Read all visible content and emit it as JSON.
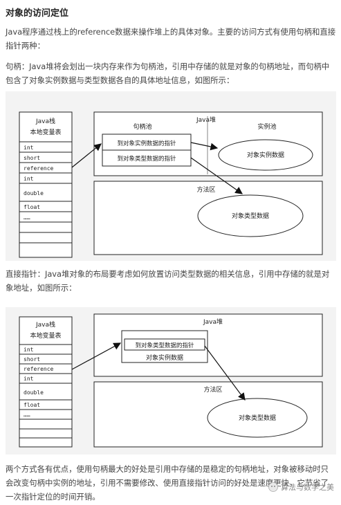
{
  "heading": "对象的访问定位",
  "intro": "Java程序通过栈上的reference数据来操作堆上的具体对象。主要的访问方式有使用句柄和直接指针两种：",
  "handle_text": "句柄：Java堆将会划出一块内存来作为句柄池，引用中存储的就是对象的句柄地址，而句柄中包含了对象实例数据与类型数据各自的具体地址信息，如图所示：",
  "direct_text": "直接指针：Java堆对象的布局要考虑如何放置访问类型数据的相关信息，引用中存储的就是对象地址，如图所示：",
  "conclusion_text": "两个方式各有优点，使用句柄最大的好处是引用中存储的是稳定的句柄地址，对象被移动时只会改变句柄中实例的地址，引用不需要修改、使用直接指针访问的好处是速度更快，它节省了一次指针定位的时间开销。",
  "watermark": "算法与数学之美",
  "stack": {
    "title_line1": "Java栈",
    "title_line2": "本地变量表",
    "rows": [
      "int",
      "short",
      "reference",
      "int",
      "double",
      "float",
      "……"
    ]
  },
  "fig1": {
    "heap_label": "Java堆",
    "handle_pool_label": "句柄池",
    "instance_pool_label": "实例池",
    "handle_ptr1": "到对象实例数据的指针",
    "handle_ptr2": "到对象类型数据的指针",
    "instance_data": "对象实例数据",
    "method_area_label": "方法区",
    "type_data": "对象类型数据"
  },
  "fig2": {
    "heap_label": "Java堆",
    "type_ptr": "到对象类型数据的指针",
    "instance_data": "对象实例数据",
    "method_area_label": "方法区",
    "type_data": "对象类型数据"
  }
}
